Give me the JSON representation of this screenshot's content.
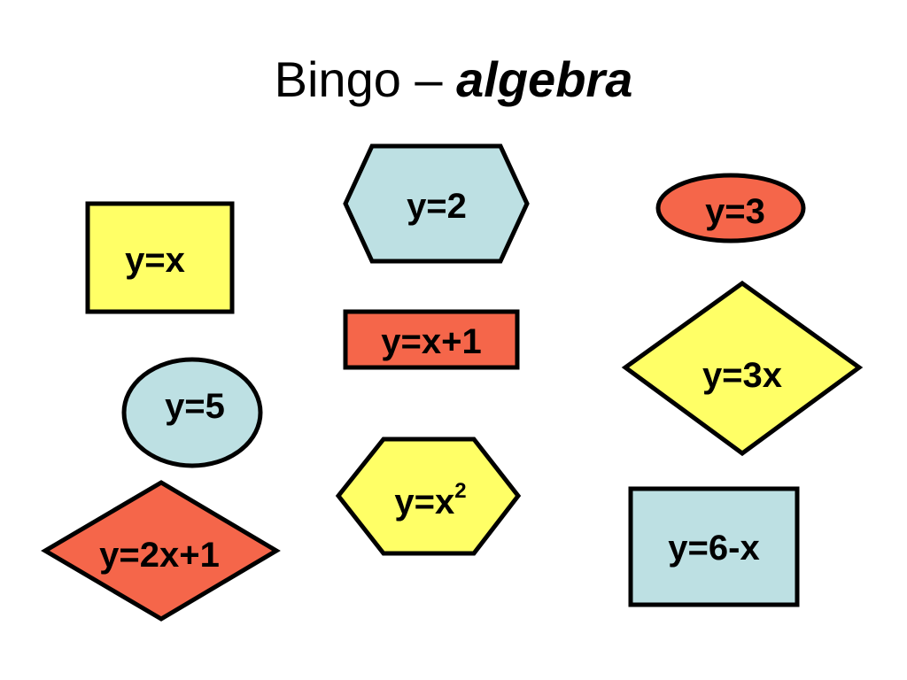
{
  "title": {
    "main": "Bingo – ",
    "emphasis": "algebra"
  },
  "colors": {
    "yellow": "#ffff66",
    "light_blue": "#bde0e3",
    "orange": "#f5664a",
    "outline": "#000000"
  },
  "cards": [
    {
      "label": "y=x",
      "shape": "rectangle",
      "color": "yellow"
    },
    {
      "label": "y=2",
      "shape": "hexagon",
      "color": "light_blue"
    },
    {
      "label": "y=3",
      "shape": "ellipse",
      "color": "orange"
    },
    {
      "label": "y=x+1",
      "shape": "rectangle",
      "color": "orange"
    },
    {
      "label": "y=3x",
      "shape": "diamond",
      "color": "yellow"
    },
    {
      "label": "y=5",
      "shape": "ellipse",
      "color": "light_blue"
    },
    {
      "label": "y=x",
      "superscript": "2",
      "shape": "hexagon",
      "color": "yellow"
    },
    {
      "label": "y=2x+1",
      "shape": "diamond",
      "color": "orange"
    },
    {
      "label": "y=6-x",
      "shape": "rectangle",
      "color": "light_blue"
    }
  ]
}
